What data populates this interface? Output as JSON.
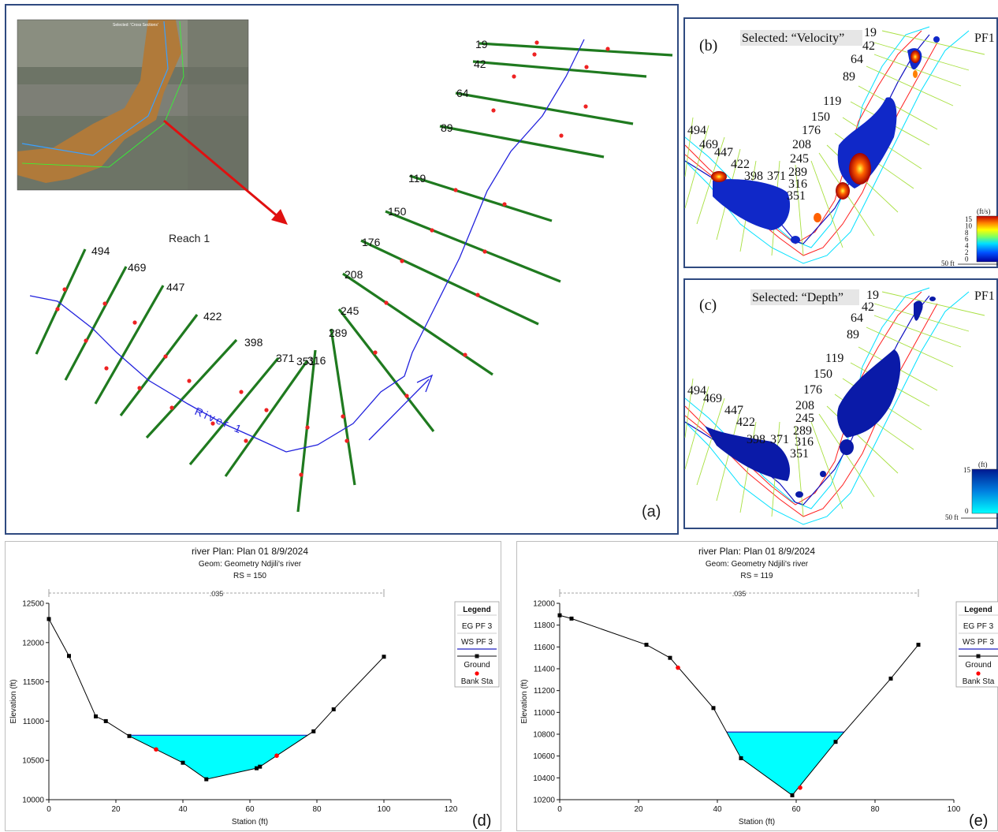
{
  "panel_a": {
    "tag": "(a)",
    "reach_label": "Reach 1",
    "river_label": "River 1",
    "aerial_caption": "Selected: 'Cross Sections'",
    "river_color": "#2222dd",
    "section_color": "#1f7a1f",
    "bank_color": "#ee2222",
    "arrow_color": "#e01010",
    "sections": [
      "19",
      "42",
      "64",
      "89",
      "119",
      "150",
      "176",
      "208",
      "245",
      "289",
      "316",
      "351",
      "371",
      "398",
      "422",
      "447",
      "469",
      "494"
    ]
  },
  "panel_b": {
    "tag": "(b)",
    "selected": "Selected: “Velocity”",
    "profile": "PF1",
    "scale_unit": "(ft/s)",
    "scale_ticks": [
      "15",
      "10",
      "8",
      "6",
      "4",
      "2",
      "0"
    ],
    "scalebar": "50 ft",
    "labels": [
      "19",
      "42",
      "64",
      "89",
      "119",
      "150",
      "176",
      "208",
      "245",
      "289",
      "316",
      "351",
      "371",
      "398",
      "422",
      "447",
      "469",
      "494"
    ]
  },
  "panel_c": {
    "tag": "(c)",
    "selected": "Selected: “Depth”",
    "profile": "PF1",
    "scale_unit": "(ft)",
    "scale_ticks": [
      "15",
      "0"
    ],
    "scalebar": "50 ft",
    "labels": [
      "19",
      "42",
      "64",
      "89",
      "119",
      "150",
      "176",
      "208",
      "245",
      "289",
      "316",
      "351",
      "371",
      "398",
      "422",
      "447",
      "469",
      "494"
    ]
  },
  "chart_data": [
    {
      "type": "area",
      "tag": "(d)",
      "header": "river      Plan: Plan 01     8/9/2024",
      "geom": "Geom: Geometry Ndjili's river",
      "rs": "RS = 150",
      "manning": ".035",
      "xlabel": "Station (ft)",
      "ylabel": "Elevation (ft)",
      "xlim": [
        0,
        120
      ],
      "ylim": [
        10000,
        12500
      ],
      "xticks": [
        0,
        20,
        40,
        60,
        80,
        100,
        120
      ],
      "yticks": [
        10000,
        10500,
        11000,
        11500,
        12000,
        12500
      ],
      "manning_range": [
        0,
        100
      ],
      "water_surface": 10820,
      "ground": {
        "x": [
          0,
          6,
          14,
          17,
          24,
          40,
          47,
          62,
          63,
          79,
          85,
          100
        ],
        "y": [
          12300,
          11830,
          11060,
          11000,
          10810,
          10470,
          10260,
          10400,
          10420,
          10870,
          11150,
          11820
        ]
      },
      "bank_sta": {
        "x": [
          32,
          68
        ],
        "y": [
          10640,
          10560
        ]
      },
      "legend": {
        "title": "Legend",
        "items": [
          "EG PF 3",
          "WS PF 3",
          "Ground",
          "Bank Sta"
        ]
      },
      "colors": {
        "water": "#00ffff",
        "ws": "#2020c0",
        "ground": "#000000",
        "bank": "#ff0000"
      }
    },
    {
      "type": "area",
      "tag": "(e)",
      "header": "river      Plan: Plan 01     8/9/2024",
      "geom": "Geom: Geometry Ndjili's river",
      "rs": "RS = 119",
      "manning": ".035",
      "xlabel": "Station (ft)",
      "ylabel": "Elevation (ft)",
      "xlim": [
        0,
        100
      ],
      "ylim": [
        10200,
        12000
      ],
      "xticks": [
        0,
        20,
        40,
        60,
        80,
        100
      ],
      "yticks": [
        10200,
        10400,
        10600,
        10800,
        11000,
        11200,
        11400,
        11600,
        11800,
        12000
      ],
      "manning_range": [
        0,
        91
      ],
      "water_surface": 10820,
      "ground": {
        "x": [
          0,
          3,
          22,
          28,
          39,
          46,
          59,
          70,
          84,
          91
        ],
        "y": [
          11890,
          11860,
          11620,
          11500,
          11040,
          10580,
          10240,
          10730,
          11310,
          11620
        ]
      },
      "bank_sta": {
        "x": [
          30,
          61
        ],
        "y": [
          11410,
          10310
        ]
      },
      "legend": {
        "title": "Legend",
        "items": [
          "EG PF 3",
          "WS PF 3",
          "Ground",
          "Bank Sta"
        ]
      },
      "colors": {
        "water": "#00ffff",
        "ws": "#2020c0",
        "ground": "#000000",
        "bank": "#ff0000"
      }
    }
  ]
}
